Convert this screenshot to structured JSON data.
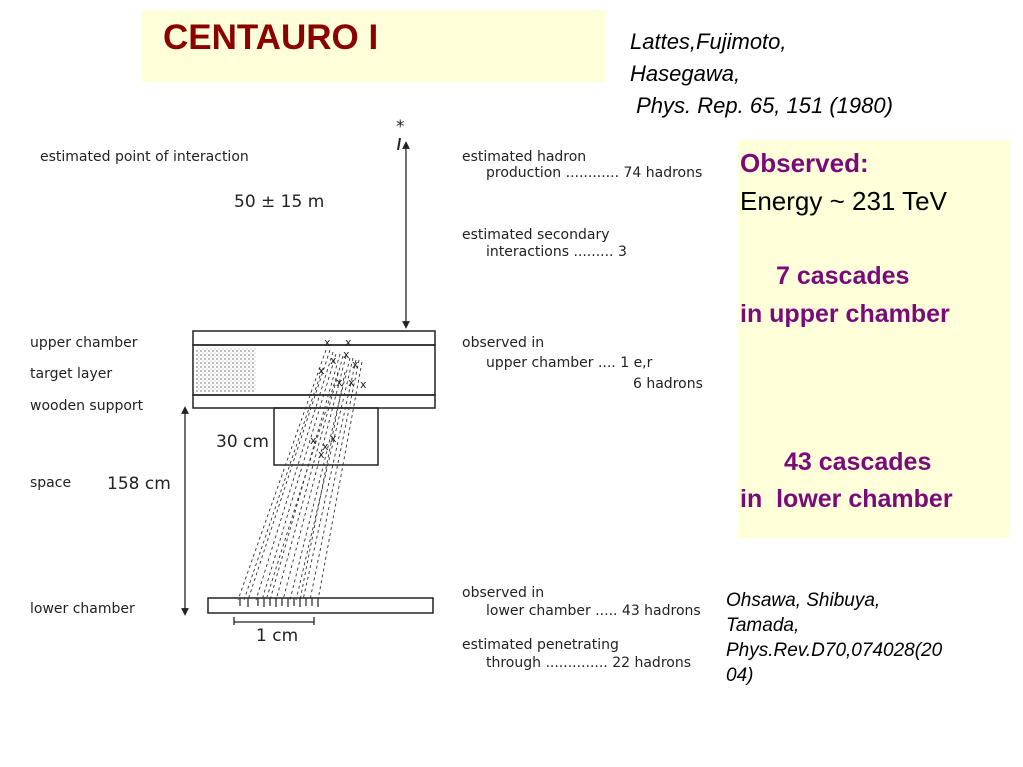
{
  "title": "CENTAURO I",
  "reference_top": {
    "line1": "Lattes,Fujimoto,",
    "line2": "Hasegawa,",
    "line3": " Phys. Rep. 65, 151 (1980)"
  },
  "observed_panel": {
    "heading": "Observed:",
    "energy": "Energy ~ 231 TeV",
    "upper_count": "7 cascades",
    "upper_label": "in upper chamber",
    "lower_count": "43 cascades",
    "lower_label": "in  lower chamber"
  },
  "reference_bottom": {
    "line1": "Ohsawa, Shibuya,",
    "line2": "Tamada,",
    "line3": "Phys.Rev.D70,074028(20",
    "line4": "04)"
  },
  "diagram": {
    "left_labels": {
      "point": "estimated  point  of  interaction",
      "distance": "50 ± 15  m",
      "upper_chamber": "upper chamber",
      "target_layer": "target  layer",
      "wooden_support": "wooden  support",
      "gap": "30 cm",
      "space": "space",
      "space_value": "158 cm",
      "lower_chamber": "lower chamber",
      "scale": "1 cm"
    },
    "right_labels": {
      "hadron_line1": "estimated  hadron",
      "hadron_line2": "production ............ 74  hadrons",
      "secondary_line1": "estimated  secondary",
      "secondary_line2": "interactions ......... 3",
      "obs_upper_line1": "observed  in",
      "obs_upper_line2": "upper chamber .... 1    e,r",
      "obs_upper_line3": "6    hadrons",
      "obs_lower_line1": "observed  in",
      "obs_lower_line2": "lower chamber ..... 43  hadrons",
      "penetrating_line1": "estimated  penetrating",
      "penetrating_line2": "through  .............. 22  hadrons"
    }
  }
}
